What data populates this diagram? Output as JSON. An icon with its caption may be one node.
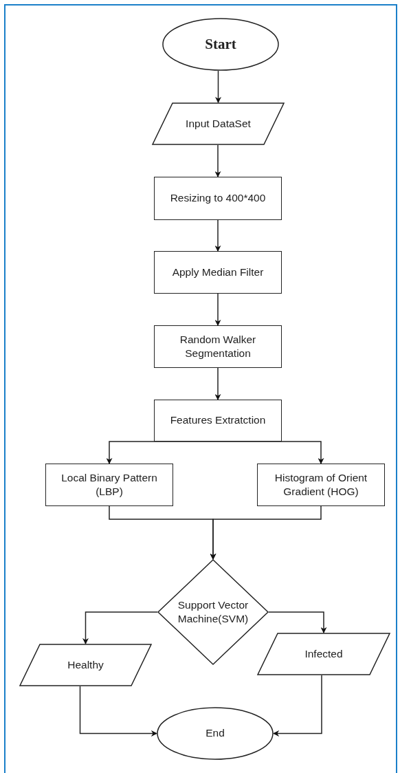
{
  "diagram": {
    "nodes": [
      {
        "text": [
          "Start"
        ]
      },
      {
        "text": [
          "Input DataSet"
        ]
      },
      {
        "text": [
          "Resizing to 400*400"
        ]
      },
      {
        "text": [
          "Apply Median Filter"
        ]
      },
      {
        "text": [
          "Random Walker Segmentation"
        ]
      },
      {
        "text": [
          "Features Extratction"
        ]
      },
      {
        "text": [
          "Local Binary Pattern (LBP)"
        ]
      },
      {
        "text": [
          "Histogram of Orient Gradient (HOG)"
        ]
      },
      {
        "text": [
          "Support Vector Machine(SVM)"
        ]
      },
      {
        "text": [
          "Healthy"
        ]
      },
      {
        "text": [
          "Infected"
        ]
      },
      {
        "text": [
          "End"
        ]
      }
    ],
    "edges": [
      {
        "from": 0,
        "to": 1,
        "arrow": "to"
      },
      {
        "from": 1,
        "to": 2,
        "arrow": "to"
      },
      {
        "from": 2,
        "to": 3,
        "arrow": "to"
      },
      {
        "from": 3,
        "to": 4,
        "arrow": "to"
      },
      {
        "from": 4,
        "to": 5,
        "arrow": "to"
      },
      {
        "from": 5,
        "to": 6,
        "arrow": "to"
      },
      {
        "from": 5,
        "to": 7,
        "arrow": "to"
      },
      {
        "from": 6,
        "to": 8,
        "arrow": "to"
      },
      {
        "from": 7,
        "to": 8,
        "arrow": "to"
      },
      {
        "from": 8,
        "to": 9,
        "arrow": "to"
      },
      {
        "from": 8,
        "to": 10,
        "arrow": "to"
      },
      {
        "from": 9,
        "to": 11,
        "arrow": "to"
      },
      {
        "from": 10,
        "to": 11,
        "arrow": "to"
      }
    ]
  }
}
